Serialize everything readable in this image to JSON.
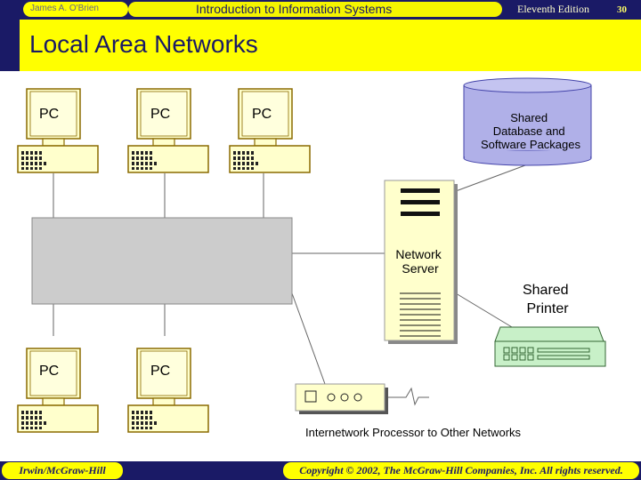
{
  "header": {
    "author": "James A. O'Brien",
    "course_title": "Introduction to Information Systems",
    "edition": "Eleventh Edition",
    "page_number": "30"
  },
  "slide_title": "Local Area Networks",
  "diagram": {
    "pc_label": "PC",
    "database_label": [
      "Shared",
      "Database and",
      "Software Packages"
    ],
    "server_label": [
      "Network",
      "Server"
    ],
    "printer_label": [
      "Shared",
      "Printer"
    ],
    "internetwork_label": "Internetwork Processor to Other Networks"
  },
  "footer": {
    "publisher": "Irwin/McGraw-Hill",
    "copyright": "Copyright © 2002, The McGraw-Hill Companies, Inc. All rights reserved."
  },
  "colors": {
    "navy": "#1a1a66",
    "yellow": "#ffff00",
    "pc_fill": "#ffffcc",
    "pc_stroke": "#8a6a00",
    "database_fill": "#b0b0e8",
    "hub_fill": "#cccccc",
    "printer_fill": "#c8f0c8"
  }
}
